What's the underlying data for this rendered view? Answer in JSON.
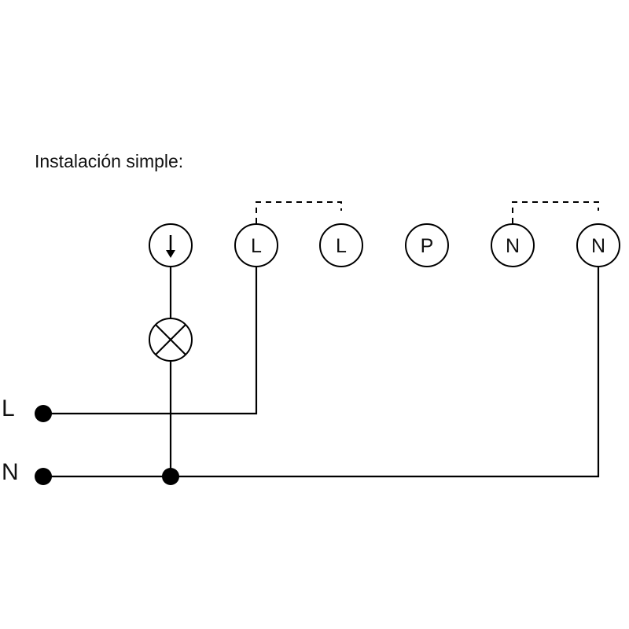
{
  "title": "Instalación simple:",
  "supply": {
    "live_label": "L",
    "neutral_label": "N"
  },
  "terminals": [
    {
      "label": "",
      "icon": "down-arrow-icon"
    },
    {
      "label": "L"
    },
    {
      "label": "L"
    },
    {
      "label": "P"
    },
    {
      "label": "N"
    },
    {
      "label": "N"
    }
  ],
  "lamp": {
    "icon": "lamp-icon"
  },
  "colors": {
    "line": "#000000",
    "background": "#ffffff"
  }
}
